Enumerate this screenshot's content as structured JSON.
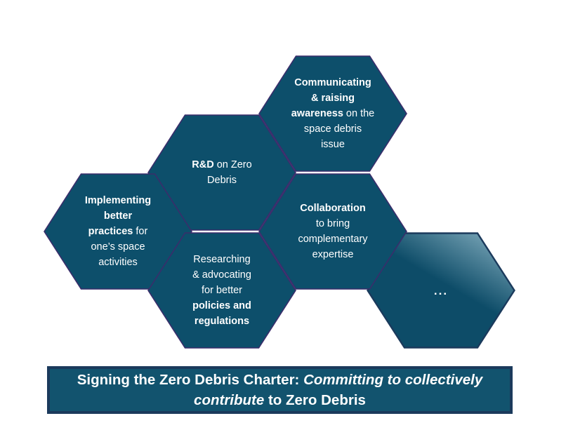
{
  "colors": {
    "hexagon_fill": "#0D4F6B",
    "hexagon_border": "#3A2D6B",
    "more_hexagon_border": "#1B3A5C",
    "more_gradient_light": "#7AA6B8",
    "more_gradient_dark": "#0D4C68",
    "text": "#FFFFFF",
    "banner_fill": "#12536E",
    "banner_border": "#1B3A5C"
  },
  "hexagons": {
    "communicating": {
      "b1": "Communicating",
      "b2": "& raising",
      "b3": "awareness",
      "r3": " on the",
      "r4": "space debris",
      "r5": "issue"
    },
    "rd": {
      "b1": "R&D",
      "r1": " on Zero",
      "r2": "Debris"
    },
    "implementing": {
      "b1": "Implementing",
      "b2": "better",
      "b3": "practices",
      "r3": " for",
      "r4": "one’s space",
      "r5": "activities"
    },
    "collaboration": {
      "b1": "Collaboration",
      "r2": "to bring",
      "r3": "complementary",
      "r4": "expertise"
    },
    "researching": {
      "r1": "Researching",
      "r2": "& advocating",
      "r3": "for better",
      "b4": "policies and",
      "b5": "regulations"
    },
    "more": {
      "label": "..."
    }
  },
  "banner": {
    "part1": "Signing the Zero Debris Charter: ",
    "part2_italic": "Committing to collectively contribute",
    "part3": " to Zero Debris"
  }
}
